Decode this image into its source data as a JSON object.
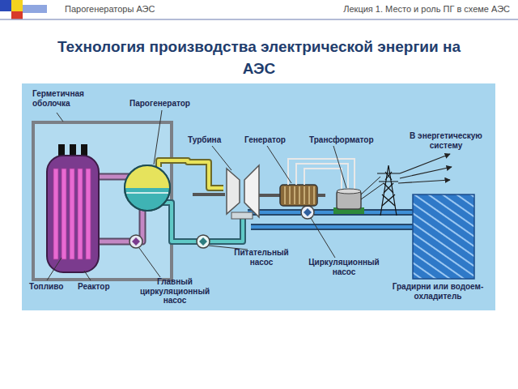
{
  "diagram": {
    "title": "Технология производства электрической энергии на АЭС",
    "labels": [
      "Парогенераторы АЭС",
      "Лекция 1.  Место и роль ПГ в схеме АЭС",
      "Герметичная оболочка",
      "Парогенератор",
      "Турбина",
      "Генератор",
      "Трансформатор",
      "В энергетическую систему",
      "Питательный насос",
      "Циркуляционный насос",
      "Топливо",
      "Реактор",
      "Главный циркуляционный насос",
      "Градирни или водоем-охладитель"
    ]
  }
}
